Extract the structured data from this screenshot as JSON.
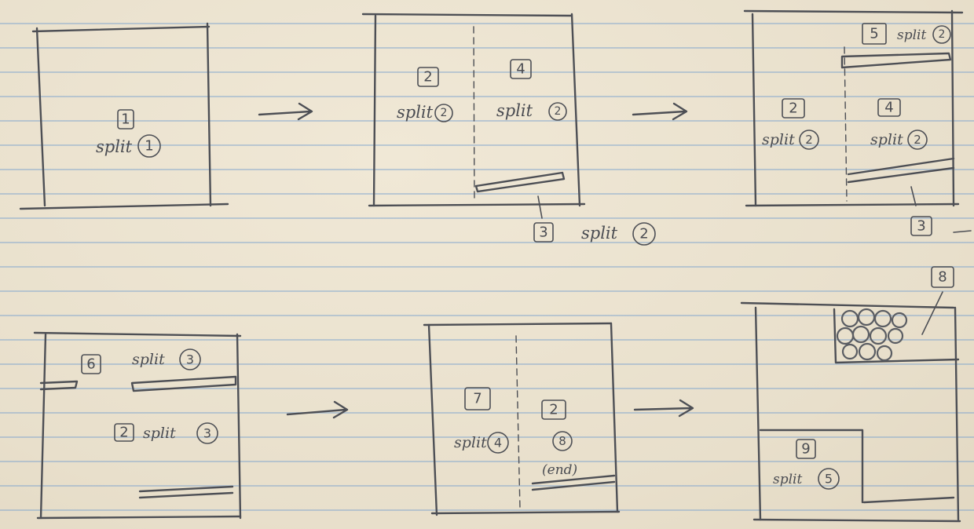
{
  "panels": [
    {
      "labels": {
        "box": "1",
        "split_text": "split",
        "split_num": "1"
      }
    },
    {
      "labels": {
        "box_a": "2",
        "split_a_text": "split",
        "split_a_num": "2",
        "box_b": "4",
        "split_b_text": "split",
        "split_b_num": "2",
        "box_c": "3",
        "split_c_text": "split",
        "split_c_num": "2"
      }
    },
    {
      "labels": {
        "box_a": "5",
        "split_a_text": "split",
        "split_a_num": "2",
        "box_b": "2",
        "split_b_text": "split",
        "split_b_num": "2",
        "box_c": "4",
        "split_c_text": "split",
        "split_c_num": "2",
        "box_d": "3"
      }
    },
    {
      "labels": {
        "box_a": "6",
        "split_a_text": "split",
        "split_a_num": "3",
        "box_b": "2",
        "split_b_text": "split",
        "split_b_num": "3"
      }
    },
    {
      "labels": {
        "box_a": "7",
        "split_a_text": "split",
        "split_a_num": "4",
        "box_b": "2",
        "box_b_num": "8",
        "end_label": "(end)"
      }
    },
    {
      "labels": {
        "box_a": "8",
        "box_b": "9",
        "split_b_text": "split",
        "split_b_num": "5"
      }
    }
  ],
  "colors": {
    "ink": "#4d4f55",
    "paper": "#ebe2cf",
    "rule_lines": "#78a0cd"
  }
}
